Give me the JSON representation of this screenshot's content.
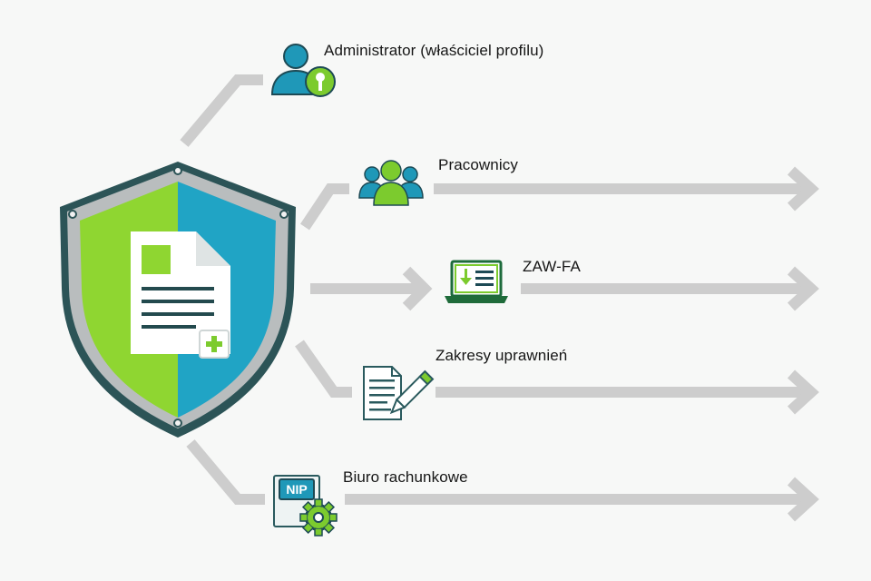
{
  "palette": {
    "connector": "#cdcdcd",
    "shield_outline": "#2c5457",
    "shield_rim": "#b9bdbe",
    "shield_green": "#8fd631",
    "shield_teal": "#20a4c5",
    "doc_lines": "#234a4e",
    "icon_teal": "#1f98b8",
    "icon_green": "#7ccb2e"
  },
  "center": {
    "icon": "shield-document-icon"
  },
  "branches": [
    {
      "id": "administrator",
      "label": "Administrator (właściciel profilu)",
      "icon": "user-key-icon",
      "has_arrow": false
    },
    {
      "id": "pracownicy",
      "label": "Pracownicy",
      "icon": "users-group-icon",
      "has_arrow": true
    },
    {
      "id": "zaw-fa",
      "label": "ZAW-FA",
      "icon": "laptop-document-icon",
      "has_arrow": true
    },
    {
      "id": "zakresy",
      "label": "Zakresy uprawnień",
      "icon": "document-pencil-icon",
      "has_arrow": true
    },
    {
      "id": "biuro",
      "label": "Biuro rachunkowe",
      "icon": "nip-gear-icon",
      "badge": "NIP",
      "has_arrow": true
    }
  ]
}
